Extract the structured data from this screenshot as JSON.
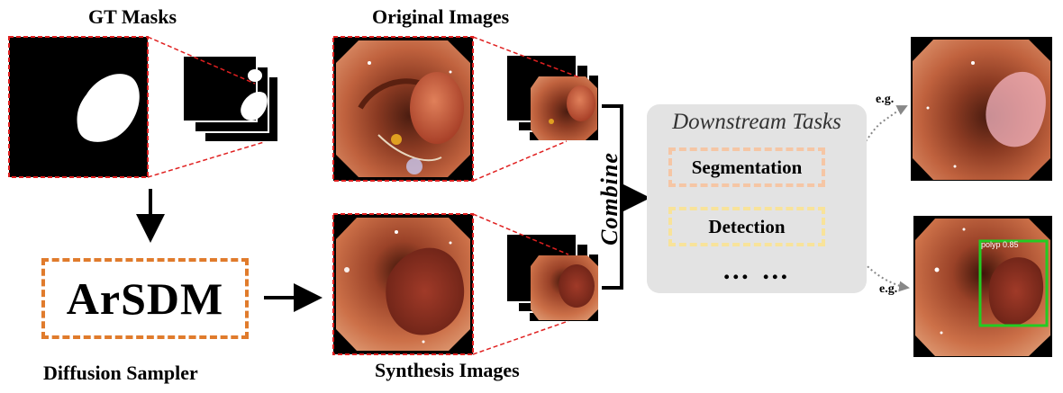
{
  "labels": {
    "gt_masks": "GT Masks",
    "original_images": "Original Images",
    "synthesis_images": "Synthesis Images",
    "diffusion_sampler": "Diffusion Sampler",
    "combine": "Combine"
  },
  "sampler": {
    "name": "ArSDM"
  },
  "downstream": {
    "title": "Downstream Tasks",
    "tasks": [
      "Segmentation",
      "Detection"
    ],
    "more": "… …"
  },
  "example_label": "e.g.",
  "detection_label": "polyp 0.85",
  "colors": {
    "sampler_border": "#e07b2c",
    "panel_bg": "#e3e3e3",
    "segmentation_border": "#f5c6a5",
    "detection_border": "#f8e39a",
    "callout_dash": "#e02020",
    "detection_box": "#22cc22",
    "mask_overlay": "#f4b6c2"
  }
}
